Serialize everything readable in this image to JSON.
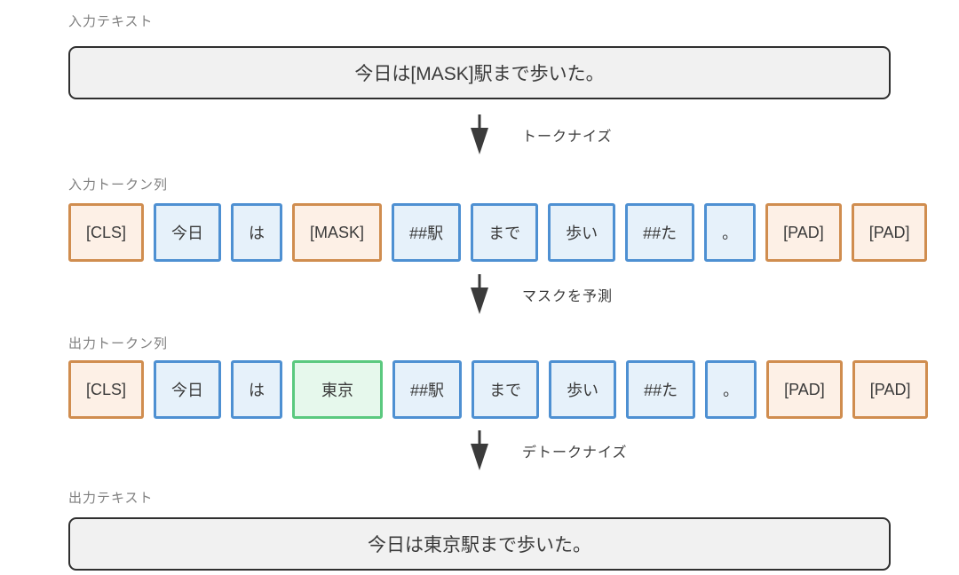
{
  "colors": {
    "special_token_border": "#d08d4f",
    "special_token_fill": "#fdf0e6",
    "normal_token_border": "#4e90d2",
    "normal_token_fill": "#e6f1fa",
    "predicted_token_border": "#5bc97f",
    "predicted_token_fill": "#e6f8ec",
    "text_box_border": "#2f2f2f",
    "text_box_fill": "#f1f1f1",
    "arrow": "#3b3b3b",
    "section_label": "#7f7f7f"
  },
  "sections": {
    "input_text": {
      "label": "入力テキスト",
      "value": "今日は[MASK]駅まで歩いた。"
    },
    "tokenize_step": {
      "label": "トークナイズ"
    },
    "input_tokens": {
      "label": "入力トークン列",
      "tokens": [
        {
          "text": "[CLS]",
          "type": "special"
        },
        {
          "text": "今日",
          "type": "normal"
        },
        {
          "text": "は",
          "type": "normal"
        },
        {
          "text": "[MASK]",
          "type": "special"
        },
        {
          "text": "##駅",
          "type": "normal"
        },
        {
          "text": "まで",
          "type": "normal"
        },
        {
          "text": "歩い",
          "type": "normal"
        },
        {
          "text": "##た",
          "type": "normal"
        },
        {
          "text": "。",
          "type": "normal"
        },
        {
          "text": "[PAD]",
          "type": "special"
        },
        {
          "text": "[PAD]",
          "type": "special"
        }
      ]
    },
    "predict_step": {
      "label": "マスクを予測"
    },
    "output_tokens": {
      "label": "出力トークン列",
      "tokens": [
        {
          "text": "[CLS]",
          "type": "special"
        },
        {
          "text": "今日",
          "type": "normal"
        },
        {
          "text": "は",
          "type": "normal"
        },
        {
          "text": "東京",
          "type": "predicted"
        },
        {
          "text": "##駅",
          "type": "normal"
        },
        {
          "text": "まで",
          "type": "normal"
        },
        {
          "text": "歩い",
          "type": "normal"
        },
        {
          "text": "##た",
          "type": "normal"
        },
        {
          "text": "。",
          "type": "normal"
        },
        {
          "text": "[PAD]",
          "type": "special"
        },
        {
          "text": "[PAD]",
          "type": "special"
        }
      ]
    },
    "detokenize_step": {
      "label": "デトークナイズ"
    },
    "output_text": {
      "label": "出力テキスト",
      "value": "今日は東京駅まで歩いた。"
    }
  }
}
